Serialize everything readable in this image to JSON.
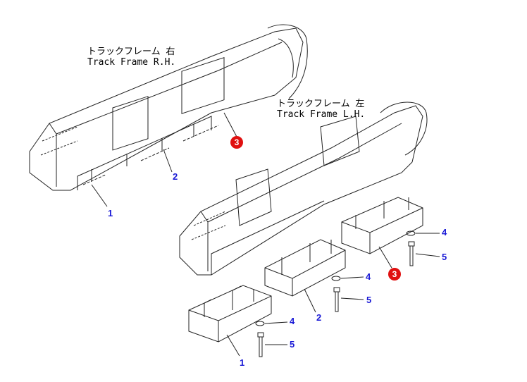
{
  "frames": {
    "rh": {
      "jp": "トラックフレーム 右",
      "en": "Track Frame R.H."
    },
    "lh": {
      "jp": "トラックフレーム 左",
      "en": "Track Frame L.H."
    }
  },
  "callouts": {
    "rh_3": "3",
    "rh_2": "2",
    "rh_1": "1",
    "lh_3": "3",
    "lh_4a": "4",
    "lh_5a": "5",
    "lh_4b": "4",
    "lh_5b": "5",
    "lh_4c": "4",
    "lh_5c": "5",
    "lh_2": "2",
    "lh_1": "1"
  },
  "colors": {
    "callout_number": "#1a1ad6",
    "reference_circle": "#e01010"
  }
}
